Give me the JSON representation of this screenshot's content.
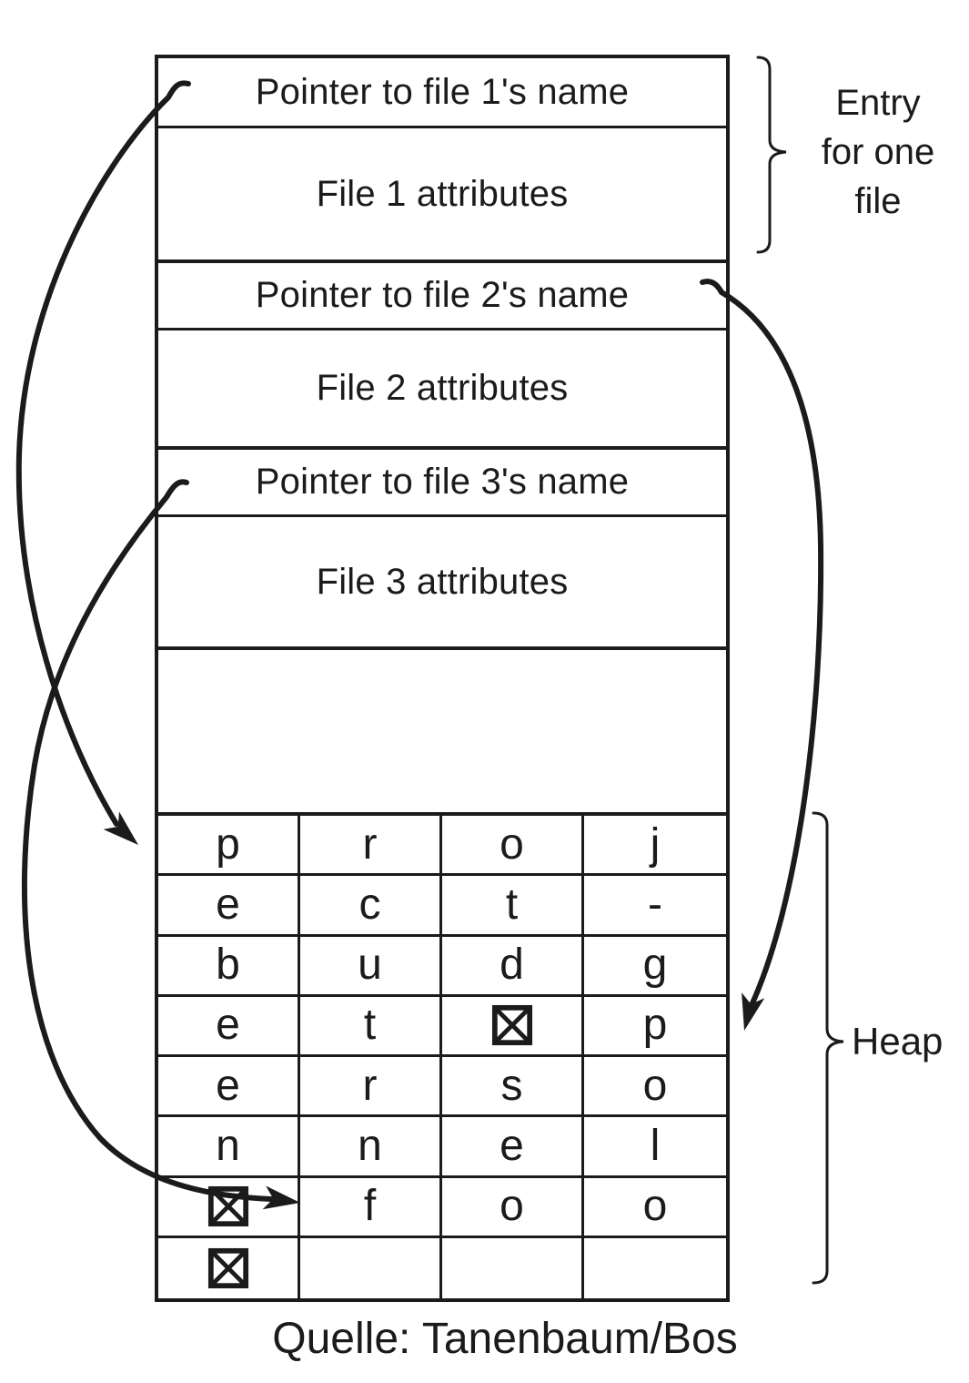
{
  "directory": {
    "pointer1_label": "Pointer to file 1's name",
    "attr1_label": "File 1 attributes",
    "pointer2_label": "Pointer to file 2's name",
    "attr2_label": "File 2 attributes",
    "pointer3_label": "Pointer to file 3's name",
    "attr3_label": "File 3 attributes"
  },
  "heap": {
    "columns": 4,
    "rows": [
      [
        "p",
        "r",
        "o",
        "j"
      ],
      [
        "e",
        "c",
        "t",
        "-"
      ],
      [
        "b",
        "u",
        "d",
        "g"
      ],
      [
        "e",
        "t",
        "⊠",
        "p"
      ],
      [
        "e",
        "r",
        "s",
        "o"
      ],
      [
        "n",
        "n",
        "e",
        "l"
      ],
      [
        "⊠",
        "f",
        "o",
        "o"
      ],
      [
        "⊠",
        "",
        "",
        ""
      ]
    ],
    "end_marker_glyph": "⊠"
  },
  "annotations": {
    "entry_label_lines": [
      "Entry",
      "for one",
      "file"
    ],
    "heap_label": "Heap",
    "caption": "Quelle: Tanenbaum/Bos"
  },
  "arrows": [
    {
      "from": "pointer-to-file-1-name",
      "to": "heap row 1 col 1 (p of project-budget)"
    },
    {
      "from": "pointer-to-file-2-name",
      "to": "heap row 4 col 4 (p of personnel)"
    },
    {
      "from": "pointer-to-file-3-name",
      "to": "heap row 7 col 2 (f of foo)"
    }
  ],
  "colors": {
    "ink": "#1b1b1b",
    "background": "#ffffff"
  }
}
